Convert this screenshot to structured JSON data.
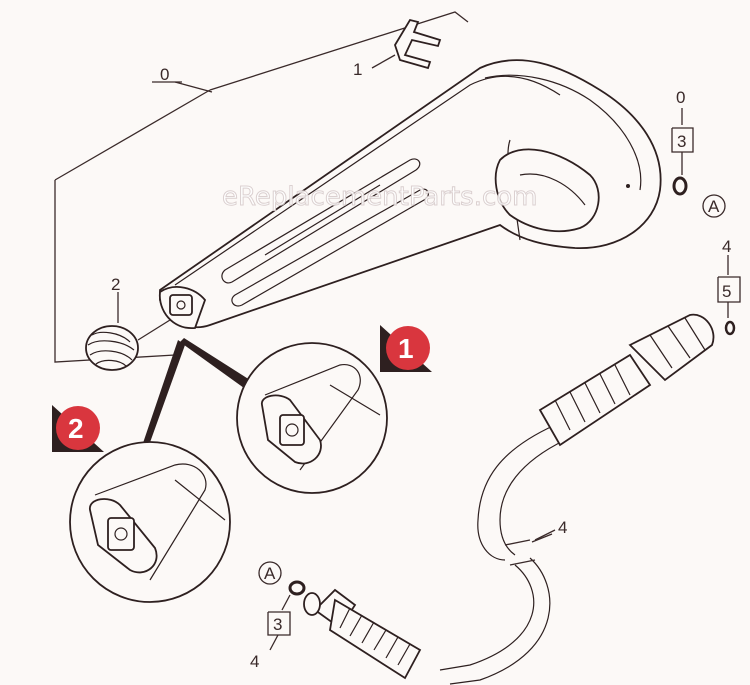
{
  "diagram": {
    "watermark": "eReplacementParts.com",
    "labels": {
      "l0_top": "0",
      "l1_clip": "1",
      "l2_spring": "2",
      "l0_right": "0",
      "l3_right": "3",
      "lA_right": "A",
      "l4_right": "4",
      "l5_right": "5",
      "l4_hose": "4",
      "lA_bottom": "A",
      "l3_bottom": "3",
      "l4_bottom": "4"
    },
    "badges": {
      "badge1": "1",
      "badge2": "2"
    },
    "colors": {
      "badge_fill": "#d9363e",
      "line": "#2e2020",
      "background": "#fcf9f7"
    }
  }
}
